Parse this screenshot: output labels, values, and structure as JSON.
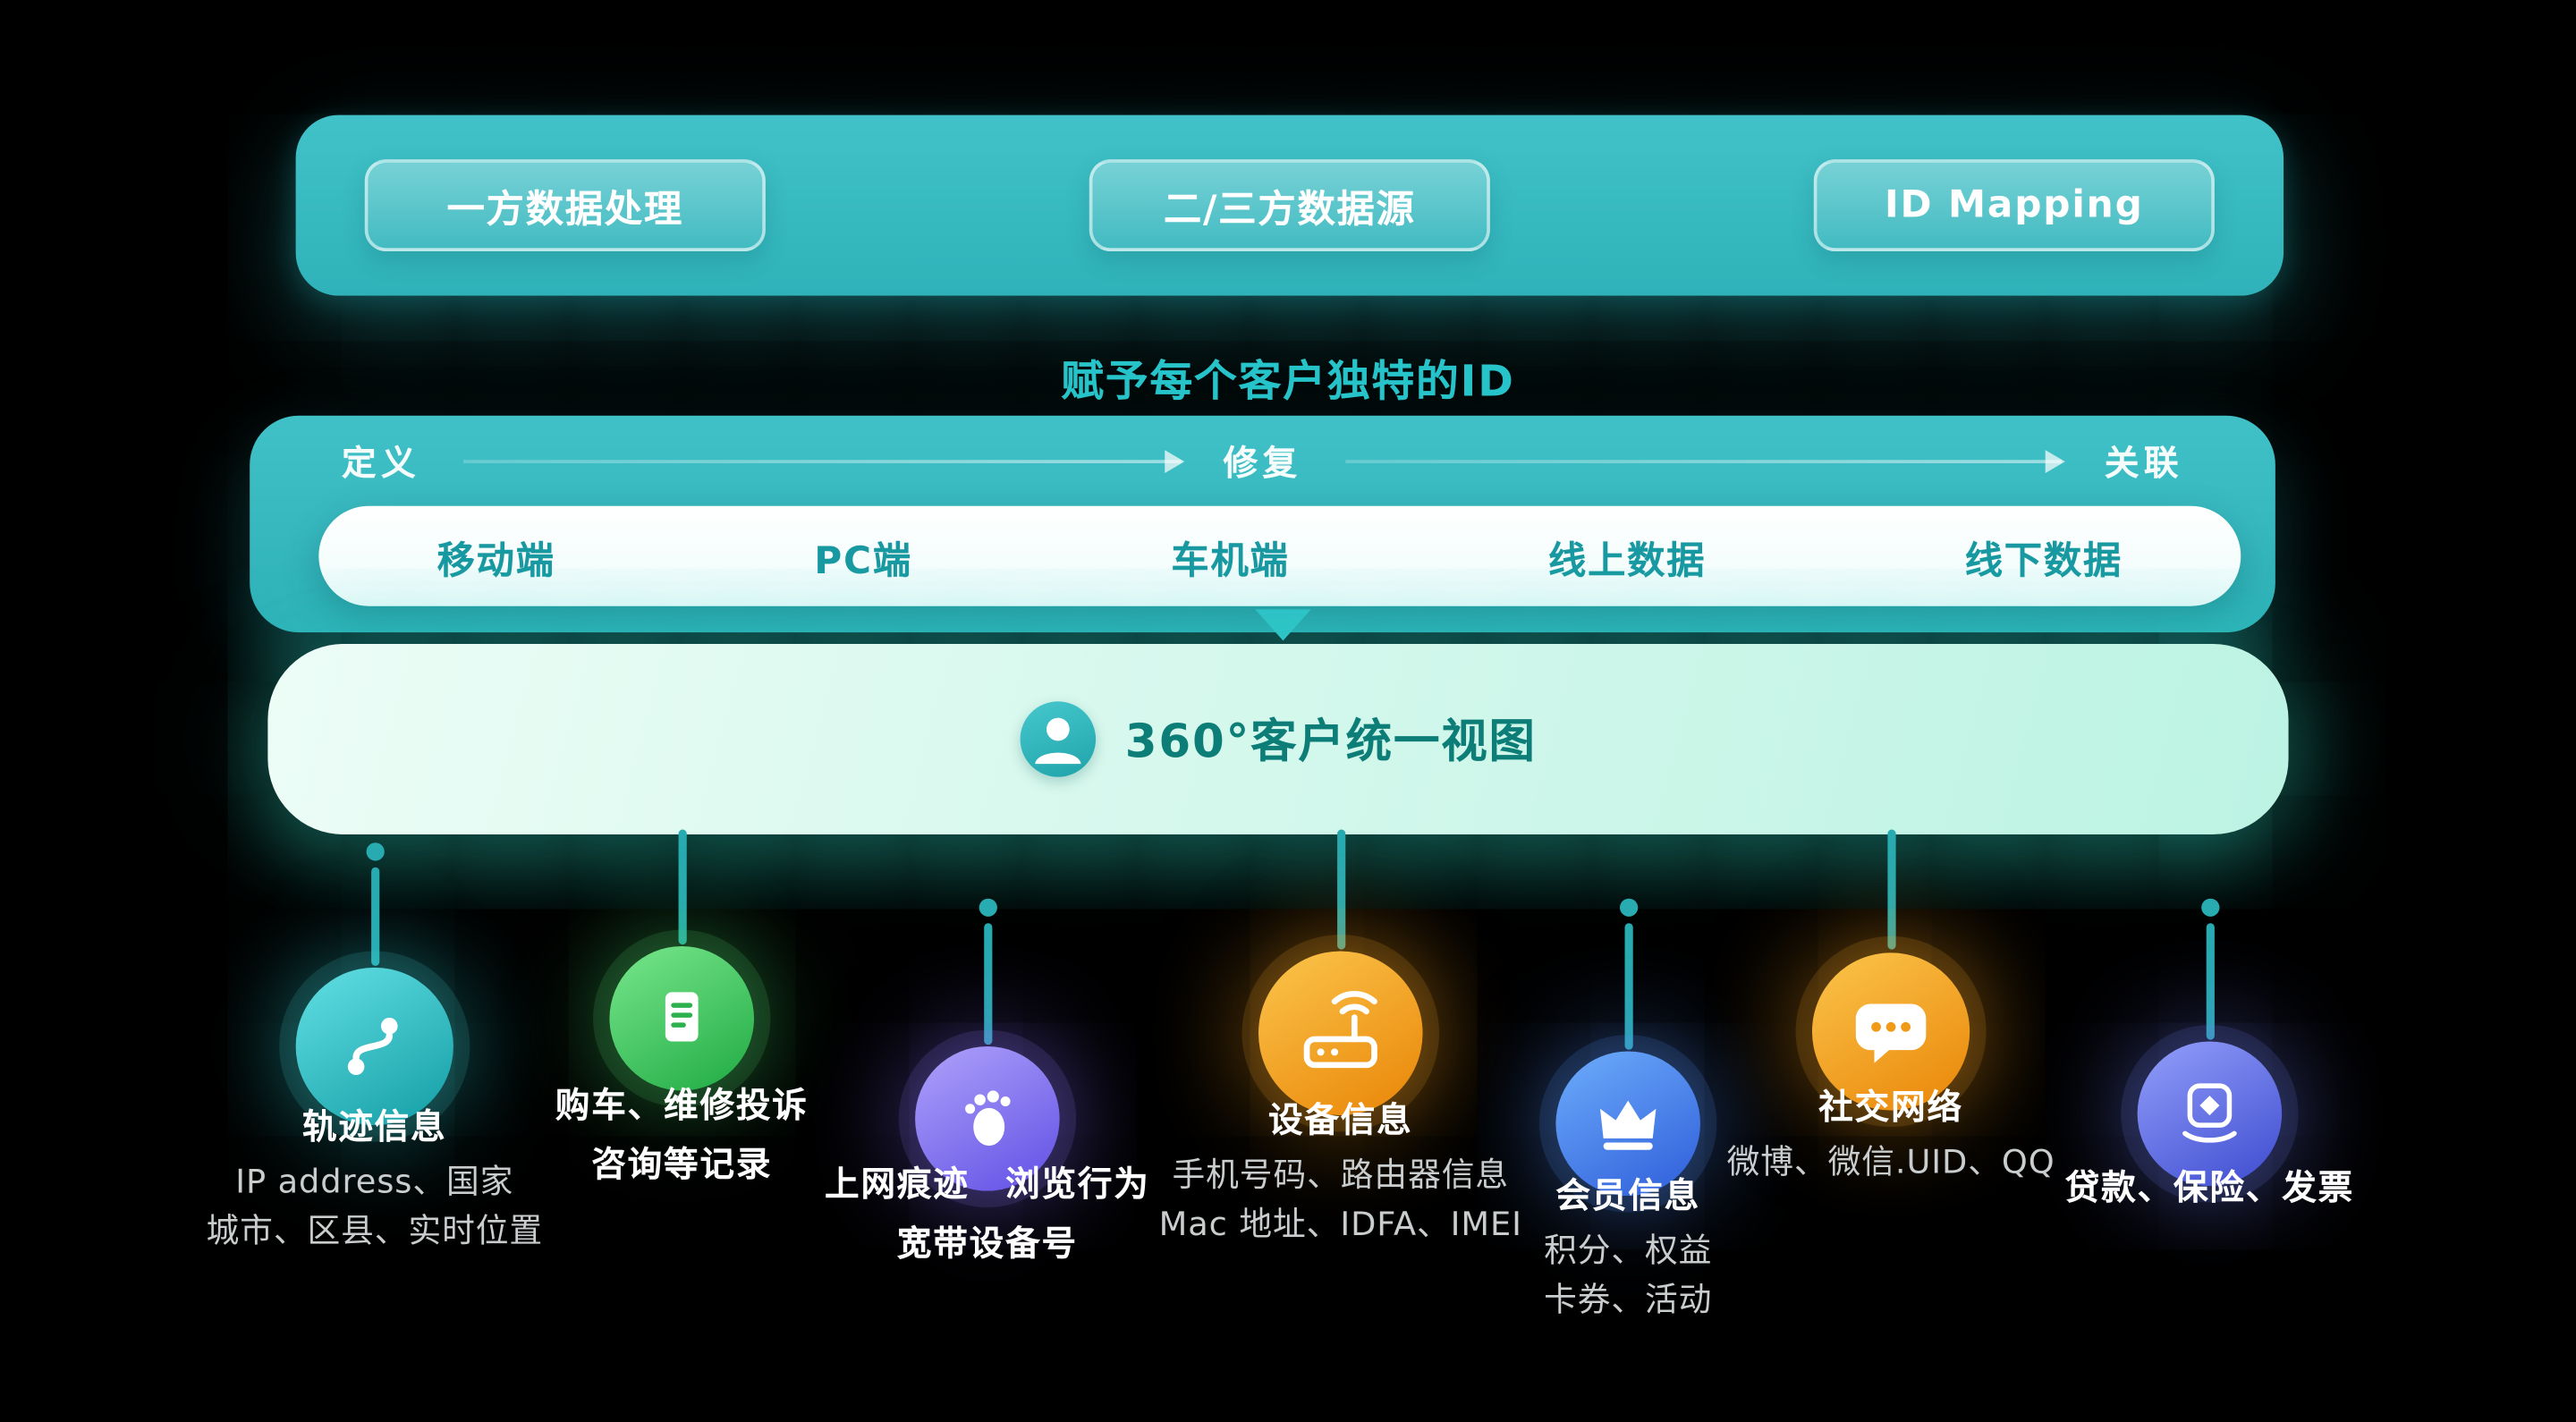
{
  "colors": {
    "background": "#000000",
    "teal_accent": "#2fbdc3",
    "banner_teal": "#35b8be",
    "unified_text": "#0d7e77",
    "channel_text": "#1898a0",
    "source_teal": "#2ab3b9",
    "source_green": "#3bc45f",
    "source_purple": "#7a68ec",
    "source_orange": "#f19a1b",
    "source_blue": "#4b86ea",
    "source_indigo": "#6572e3"
  },
  "top_banner": {
    "pills": [
      {
        "label": "一方数据处理"
      },
      {
        "label": "二/三方数据源"
      },
      {
        "label": "ID Mapping"
      }
    ]
  },
  "subtitle": "赋予每个客户独特的ID",
  "process_band": {
    "steps": [
      "定义",
      "修复",
      "关联"
    ]
  },
  "channels": [
    "移动端",
    "PC端",
    "车机端",
    "线上数据",
    "线下数据"
  ],
  "unified_view": {
    "icon": "person-icon",
    "label": "360°客户统一视图"
  },
  "sources": [
    {
      "icon": "route-icon",
      "title_lines": [
        "轨迹信息"
      ],
      "sub_lines": [
        "IP address、国家",
        "城市、区县、实时位置"
      ]
    },
    {
      "icon": "document-icon",
      "title_lines": [
        "购车、维修投诉",
        "咨询等记录"
      ],
      "sub_lines": []
    },
    {
      "icon": "footprint-icon",
      "title_lines": [
        "上网痕迹　浏览行为",
        "宽带设备号"
      ],
      "sub_lines": []
    },
    {
      "icon": "router-icon",
      "title_lines": [
        "设备信息"
      ],
      "sub_lines": [
        "手机号码、路由器信息",
        "Mac 地址、IDFA、IMEI"
      ]
    },
    {
      "icon": "crown-icon",
      "title_lines": [
        "会员信息"
      ],
      "sub_lines": [
        "积分、权益",
        "卡券、活动"
      ]
    },
    {
      "icon": "chat-icon",
      "title_lines": [
        "社交网络"
      ],
      "sub_lines": [
        "微博、微信.UID、QQ"
      ]
    },
    {
      "icon": "invoice-icon",
      "title_lines": [
        "贷款、保险、发票"
      ],
      "sub_lines": []
    }
  ]
}
